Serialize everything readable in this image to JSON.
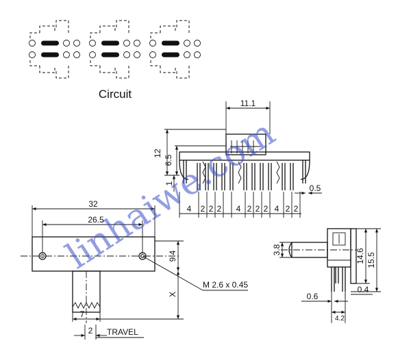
{
  "circuit": {
    "label": "Circuit"
  },
  "top_view": {
    "dims": {
      "width_top": "11.1",
      "height_total": "12",
      "height_body": "6.5",
      "pin_offset": "1",
      "pin_thickness": "0.5"
    },
    "pitch_labels": [
      "4",
      "2",
      "2",
      "2",
      "4",
      "2",
      "2",
      "2",
      "4",
      "2",
      "2"
    ]
  },
  "front_view": {
    "dims": {
      "length": "32",
      "mounting_pitch": "26.5",
      "hole_height": "9.4",
      "x_label": "X",
      "travel_width": "7",
      "travel_distance": "2"
    },
    "thread_callout": "M 2.6 x 0.45",
    "travel_label": "TRAVEL"
  },
  "side_view": {
    "dims": {
      "height_body": "14.6",
      "height_total": "15.5",
      "knob_height": "3.8",
      "pin_width": "0.6",
      "pin_offset": "0.4",
      "pin_pitch": "4.2"
    }
  },
  "watermark": {
    "text": "linhaiwe.com"
  }
}
